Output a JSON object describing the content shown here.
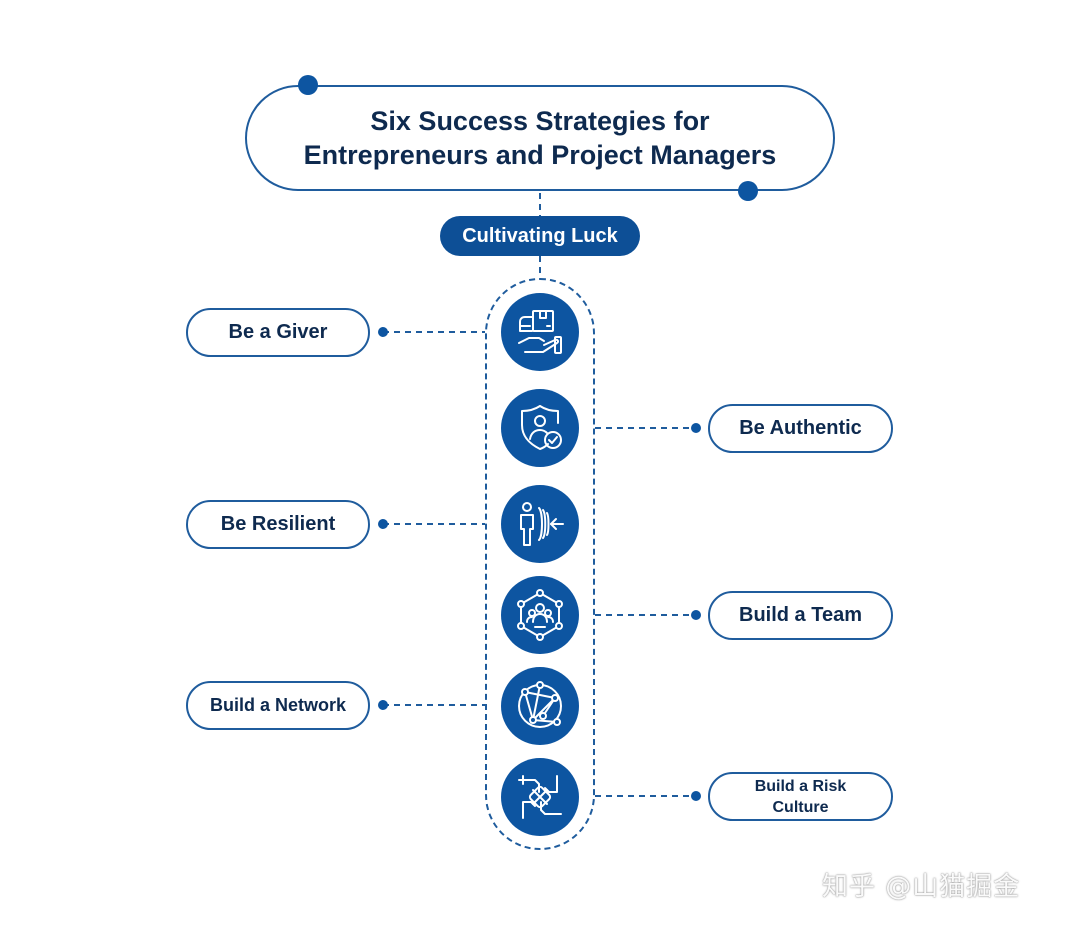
{
  "title": {
    "line1": "Six Success Strategies for",
    "line2": "Entrepreneurs and Project Managers"
  },
  "central_label": "Cultivating Luck",
  "strategies": [
    {
      "label": "Be a Giver",
      "icon": "hand-giving-box-icon",
      "side": "left"
    },
    {
      "label": "Be Authentic",
      "icon": "shield-person-check-icon",
      "side": "right"
    },
    {
      "label": "Be Resilient",
      "icon": "person-deflecting-arrow-icon",
      "side": "left"
    },
    {
      "label": "Build a Team",
      "icon": "team-network-icon",
      "side": "right"
    },
    {
      "label": "Build a Network",
      "icon": "globe-network-icon",
      "side": "left"
    },
    {
      "label": "Build a Risk Culture",
      "icon": "joined-hands-icon",
      "side": "right"
    }
  ],
  "watermark": "知乎 @山猫掘金",
  "colors": {
    "primary_blue": "#0d55a1",
    "outline_blue": "#1f5c9d",
    "text_navy": "#0e2a4f"
  }
}
